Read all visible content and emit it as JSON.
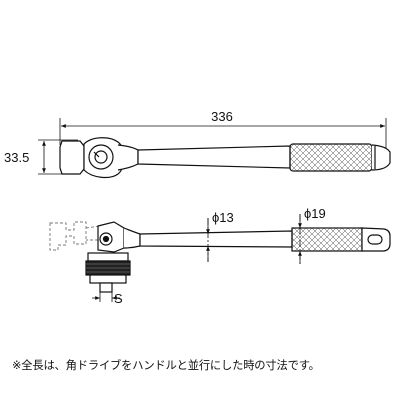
{
  "dimensions": {
    "overall_length": "336",
    "head_height": "33.5",
    "shaft_diameter": "ϕ13",
    "grip_diameter": "ϕ19",
    "drive_size": "S"
  },
  "caption": "※全長は、角ドライブをハンドルと並行にした時の寸法です。"
}
